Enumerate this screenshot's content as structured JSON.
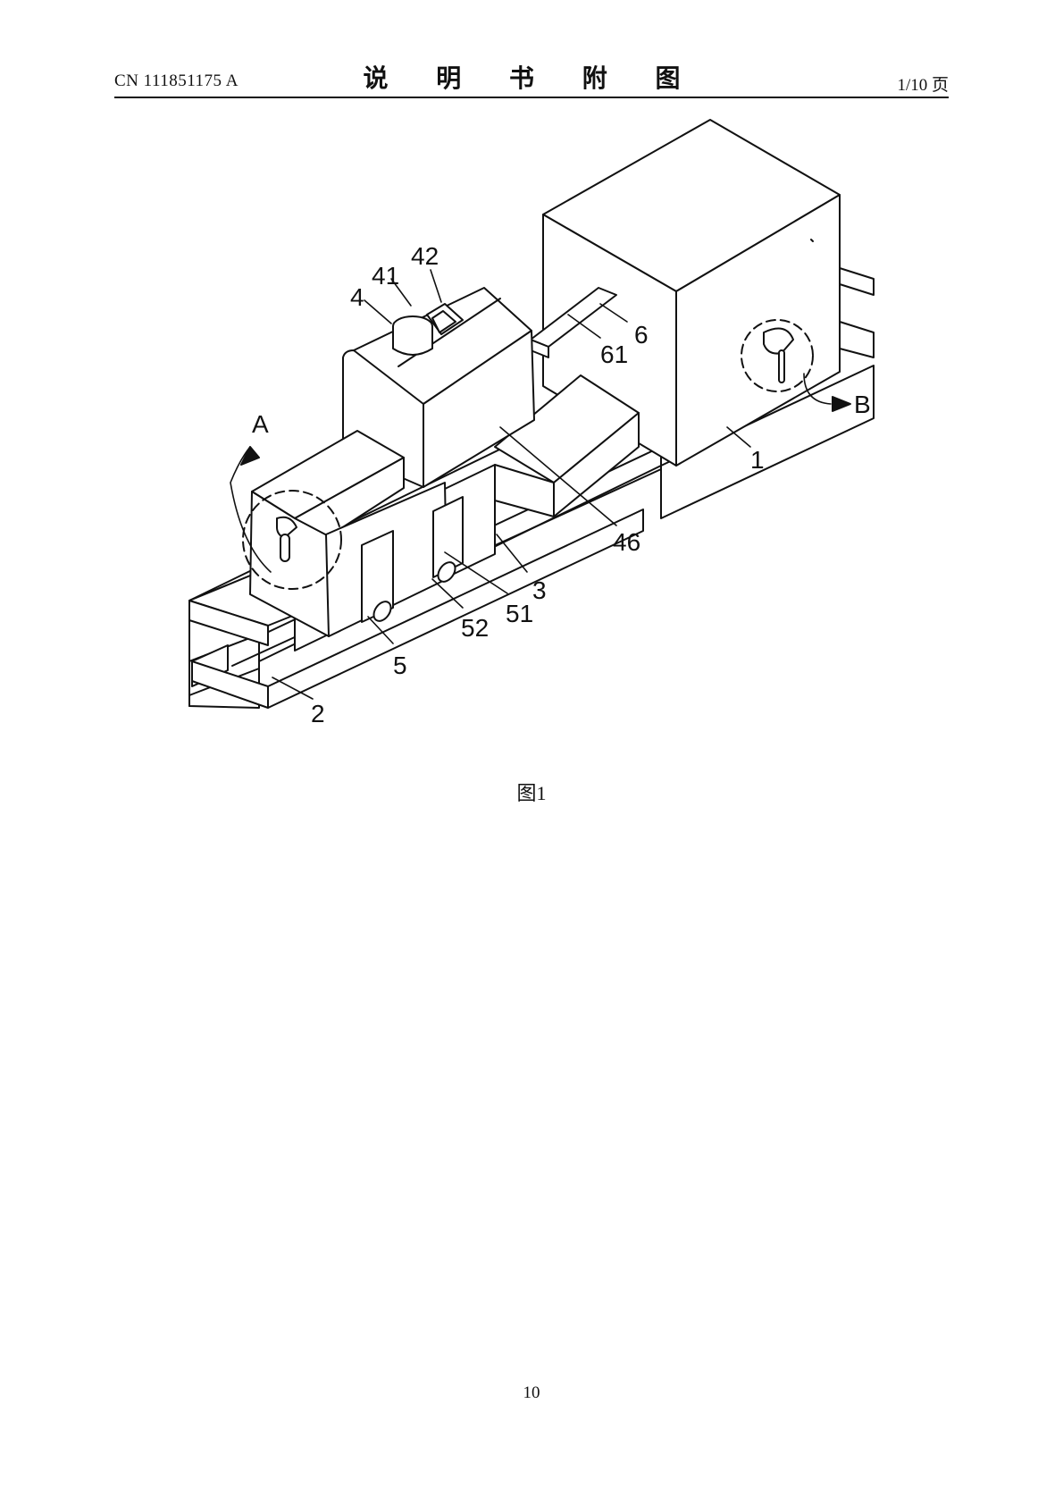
{
  "header": {
    "patent_number": "CN 111851175 A",
    "section_title": "说 明 书 附 图",
    "page_of": "1/10 页"
  },
  "figure": {
    "caption": "图1",
    "labels": {
      "l1": "1",
      "l2": "2",
      "l3": "3",
      "l4": "4",
      "l41": "41",
      "l42": "42",
      "l46": "46",
      "l5": "5",
      "l51": "51",
      "l52": "52",
      "l6": "6",
      "l61": "61",
      "lA": "A",
      "lB": "B"
    }
  },
  "footer": {
    "page_number": "10"
  }
}
